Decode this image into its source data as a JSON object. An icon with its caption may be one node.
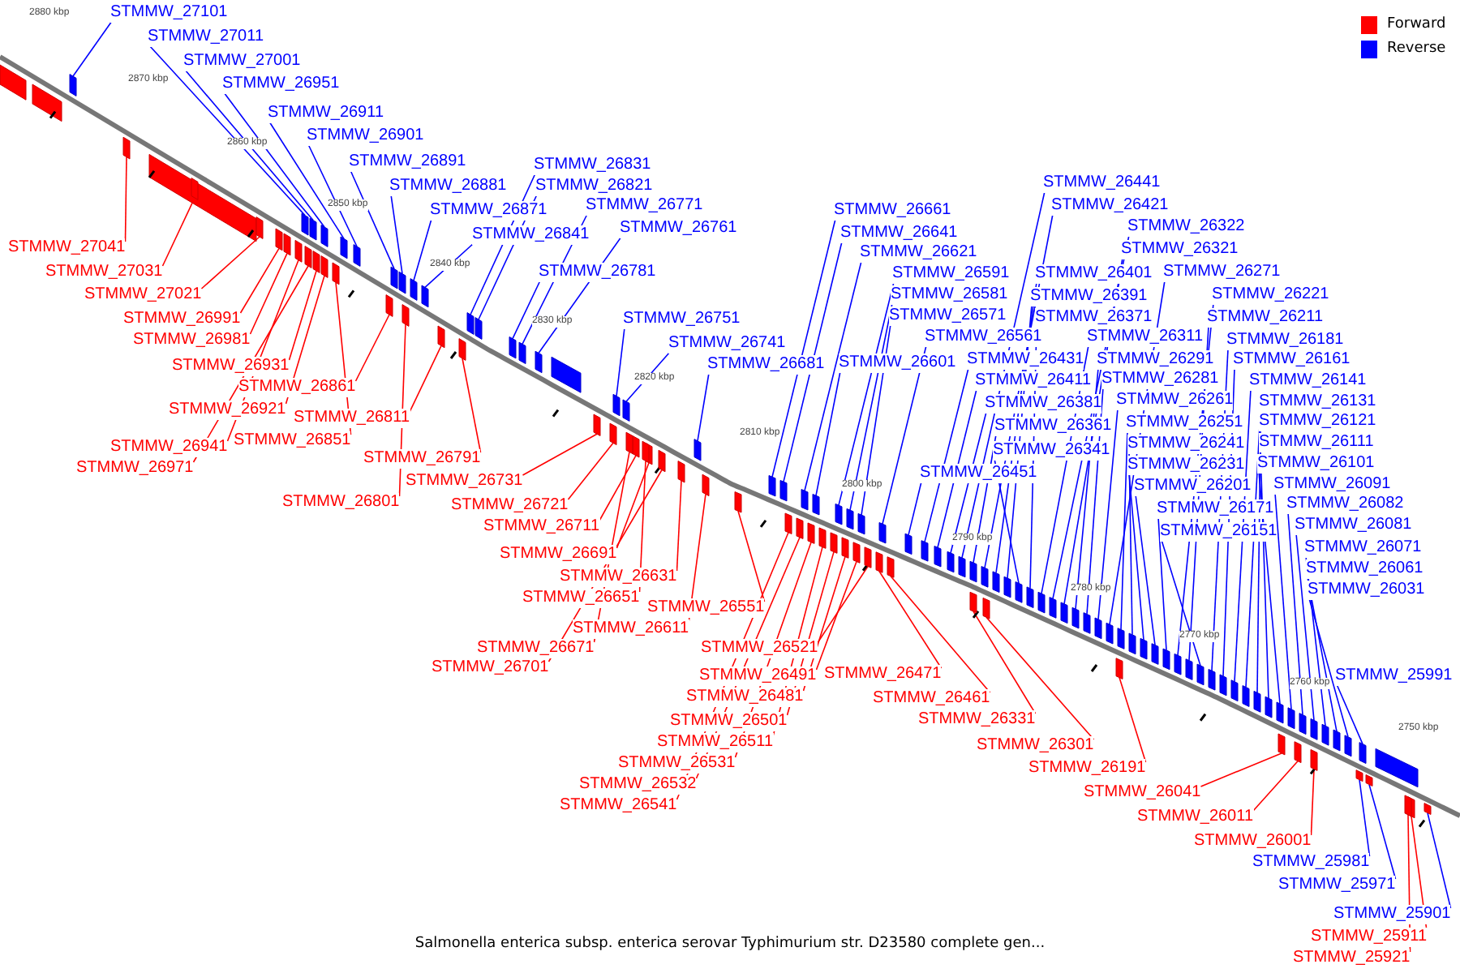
{
  "diagram": {
    "caption": "Salmonella enterica subsp. enterica serovar Typhimurium str. D23580 complete gen...",
    "nodes": [
      {
        "text": [
          "STMMW_27101"
        ]
      },
      {
        "text": [
          "STMMW_27011"
        ]
      },
      {
        "text": [
          "STMMW_27001"
        ]
      },
      {
        "text": [
          "STMMW_26951"
        ]
      },
      {
        "text": [
          "STMMW_26911"
        ]
      },
      {
        "text": [
          "STMMW_26901"
        ]
      },
      {
        "text": [
          "STMMW_26891"
        ]
      },
      {
        "text": [
          "STMMW_26881"
        ]
      },
      {
        "text": [
          "STMMW_26871"
        ]
      },
      {
        "text": [
          "STMMW_26841"
        ]
      },
      {
        "text": [
          "STMMW_26831"
        ]
      },
      {
        "text": [
          "STMMW_26821"
        ]
      },
      {
        "text": [
          "STMMW_26771"
        ]
      },
      {
        "text": [
          "STMMW_26761"
        ]
      },
      {
        "text": [
          "STMMW_26781"
        ]
      },
      {
        "text": [
          "STMMW_26751"
        ]
      },
      {
        "text": [
          "STMMW_26741"
        ]
      },
      {
        "text": [
          "STMMW_26681"
        ]
      },
      {
        "text": [
          "STMMW_26661"
        ]
      },
      {
        "text": [
          "STMMW_26641"
        ]
      },
      {
        "text": [
          "STMMW_26621"
        ]
      },
      {
        "text": [
          "STMMW_26591"
        ]
      },
      {
        "text": [
          "STMMW_26581"
        ]
      },
      {
        "text": [
          "STMMW_26571"
        ]
      },
      {
        "text": [
          "STMMW_26561"
        ]
      },
      {
        "text": [
          "STMMW_26601"
        ]
      },
      {
        "text": [
          "STMMW_26441"
        ]
      },
      {
        "text": [
          "STMMW_26421"
        ]
      },
      {
        "text": [
          "STMMW_26322"
        ]
      },
      {
        "text": [
          "STMMW_26321"
        ]
      },
      {
        "text": [
          "STMMW_26401"
        ]
      },
      {
        "text": [
          "STMMW_26391"
        ]
      },
      {
        "text": [
          "STMMW_26371"
        ]
      },
      {
        "text": [
          "STMMW_26311"
        ]
      },
      {
        "text": [
          "STMMW_26431"
        ]
      },
      {
        "text": [
          "STMMW_26411"
        ]
      },
      {
        "text": [
          "STMMW_26381"
        ]
      },
      {
        "text": [
          "STMMW_26361"
        ]
      },
      {
        "text": [
          "STMMW_26341"
        ]
      },
      {
        "text": [
          "STMMW_26451"
        ]
      },
      {
        "text": [
          "STMMW_26271"
        ]
      },
      {
        "text": [
          "STMMW_26291"
        ]
      },
      {
        "text": [
          "STMMW_26281"
        ]
      },
      {
        "text": [
          "STMMW_26261"
        ]
      },
      {
        "text": [
          "STMMW_26251"
        ]
      },
      {
        "text": [
          "STMMW_26241"
        ]
      },
      {
        "text": [
          "STMMW_26231"
        ]
      },
      {
        "text": [
          "STMMW_26201"
        ]
      },
      {
        "text": [
          "STMMW_26171"
        ]
      },
      {
        "text": [
          "STMMW_26151"
        ]
      },
      {
        "text": [
          "STMMW_26221"
        ]
      },
      {
        "text": [
          "STMMW_26211"
        ]
      },
      {
        "text": [
          "STMMW_26181"
        ]
      },
      {
        "text": [
          "STMMW_26161"
        ]
      },
      {
        "text": [
          "STMMW_26141"
        ]
      },
      {
        "text": [
          "STMMW_26131"
        ]
      },
      {
        "text": [
          "STMMW_26121"
        ]
      },
      {
        "text": [
          "STMMW_26111"
        ]
      },
      {
        "text": [
          "STMMW_26101"
        ]
      },
      {
        "text": [
          "STMMW_26091"
        ]
      },
      {
        "text": [
          "STMMW_26082"
        ]
      },
      {
        "text": [
          "STMMW_26081"
        ]
      },
      {
        "text": [
          "STMMW_26071"
        ]
      },
      {
        "text": [
          "STMMW_26061"
        ]
      },
      {
        "text": [
          "STMMW_26031"
        ]
      },
      {
        "text": [
          "STMMW_25991"
        ]
      },
      {
        "text": [
          "STMMW_25981"
        ]
      },
      {
        "text": [
          "STMMW_25971"
        ]
      },
      {
        "text": [
          "STMMW_25901"
        ]
      },
      {
        "text": [
          "STMMW_27041"
        ]
      },
      {
        "text": [
          "STMMW_27031"
        ]
      },
      {
        "text": [
          "STMMW_27021"
        ]
      },
      {
        "text": [
          "STMMW_26991"
        ]
      },
      {
        "text": [
          "STMMW_26981"
        ]
      },
      {
        "text": [
          "STMMW_26931"
        ]
      },
      {
        "text": [
          "STMMW_26861"
        ]
      },
      {
        "text": [
          "STMMW_26921"
        ]
      },
      {
        "text": [
          "STMMW_26811"
        ]
      },
      {
        "text": [
          "STMMW_26941"
        ]
      },
      {
        "text": [
          "STMMW_26851"
        ]
      },
      {
        "text": [
          "STMMW_26971"
        ]
      },
      {
        "text": [
          "STMMW_26791"
        ]
      },
      {
        "text": [
          "STMMW_26731"
        ]
      },
      {
        "text": [
          "STMMW_26801"
        ]
      },
      {
        "text": [
          "STMMW_26721"
        ]
      },
      {
        "text": [
          "STMMW_26711"
        ]
      },
      {
        "text": [
          "STMMW_26691"
        ]
      },
      {
        "text": [
          "STMMW_26631"
        ]
      },
      {
        "text": [
          "STMMW_26651"
        ]
      },
      {
        "text": [
          "STMMW_26551"
        ]
      },
      {
        "text": [
          "STMMW_26611"
        ]
      },
      {
        "text": [
          "STMMW_26671"
        ]
      },
      {
        "text": [
          "STMMW_26701"
        ]
      },
      {
        "text": [
          "STMMW_26521"
        ]
      },
      {
        "text": [
          "STMMW_26491"
        ]
      },
      {
        "text": [
          "STMMW_26471"
        ]
      },
      {
        "text": [
          "STMMW_26481"
        ]
      },
      {
        "text": [
          "STMMW_26501"
        ]
      },
      {
        "text": [
          "STMMW_26461"
        ]
      },
      {
        "text": [
          "STMMW_26331"
        ]
      },
      {
        "text": [
          "STMMW_26511"
        ]
      },
      {
        "text": [
          "STMMW_26531"
        ]
      },
      {
        "text": [
          "STMMW_26301"
        ]
      },
      {
        "text": [
          "STMMW_26191"
        ]
      },
      {
        "text": [
          "STMMW_26532"
        ]
      },
      {
        "text": [
          "STMMW_26541"
        ]
      },
      {
        "text": [
          "STMMW_26041"
        ]
      },
      {
        "text": [
          "STMMW_26011"
        ]
      },
      {
        "text": [
          "STMMW_26001"
        ]
      },
      {
        "text": [
          "STMMW_25911"
        ]
      },
      {
        "text": [
          "STMMW_25921"
        ]
      },
      {
        "text": [],
        "shape": "box"
      },
      {
        "text": [],
        "shape": "box"
      },
      {
        "text": [],
        "shape": "box"
      },
      {
        "text": [],
        "shape": "box"
      },
      {
        "text": [],
        "shape": "box"
      },
      {
        "text": [],
        "shape": "box"
      },
      {
        "text": [],
        "shape": "box"
      },
      {
        "text": [],
        "shape": "box"
      },
      {
        "text": [],
        "shape": "box"
      },
      {
        "text": [],
        "shape": "box"
      },
      {
        "text": [],
        "shape": "box"
      },
      {
        "text": [],
        "shape": "box"
      },
      {
        "text": [],
        "shape": "box"
      },
      {
        "text": [],
        "shape": "box"
      },
      {
        "text": [],
        "shape": "box"
      },
      {
        "text": [],
        "shape": "box"
      },
      {
        "text": [],
        "shape": "box"
      },
      {
        "text": [],
        "shape": "box"
      },
      {
        "text": [],
        "shape": "box"
      },
      {
        "text": [],
        "shape": "box"
      },
      {
        "text": [],
        "shape": "box"
      },
      {
        "text": [],
        "shape": "box"
      },
      {
        "text": [],
        "shape": "box"
      },
      {
        "text": [],
        "shape": "box"
      },
      {
        "text": [],
        "shape": "box"
      },
      {
        "text": [],
        "shape": "box"
      },
      {
        "text": [],
        "shape": "box"
      },
      {
        "text": [],
        "shape": "box"
      },
      {
        "text": [],
        "shape": "box"
      },
      {
        "text": [],
        "shape": "box"
      },
      {
        "text": [],
        "shape": "box"
      },
      {
        "text": [],
        "shape": "box"
      },
      {
        "text": [],
        "shape": "box"
      },
      {
        "text": [],
        "shape": "box"
      },
      {
        "text": [],
        "shape": "box"
      },
      {
        "text": [],
        "shape": "box"
      },
      {
        "text": [],
        "shape": "box"
      },
      {
        "text": [],
        "shape": "box"
      },
      {
        "text": [],
        "shape": "box"
      },
      {
        "text": [],
        "shape": "box"
      },
      {
        "text": [],
        "shape": "box"
      },
      {
        "text": [],
        "shape": "box"
      },
      {
        "text": [],
        "shape": "box"
      },
      {
        "text": [],
        "shape": "box"
      },
      {
        "text": [],
        "shape": "box"
      },
      {
        "text": [],
        "shape": "box"
      },
      {
        "text": [],
        "shape": "box"
      },
      {
        "text": [],
        "shape": "box"
      },
      {
        "text": [],
        "shape": "box"
      },
      {
        "text": [],
        "shape": "box"
      },
      {
        "text": [],
        "shape": "box"
      },
      {
        "text": [],
        "shape": "box"
      },
      {
        "text": [],
        "shape": "box"
      },
      {
        "text": [],
        "shape": "box"
      },
      {
        "text": [],
        "shape": "box"
      },
      {
        "text": [],
        "shape": "box"
      },
      {
        "text": [],
        "shape": "box"
      },
      {
        "text": [],
        "shape": "box"
      },
      {
        "text": [],
        "shape": "box"
      },
      {
        "text": [],
        "shape": "box"
      },
      {
        "text": [],
        "shape": "box"
      },
      {
        "text": [],
        "shape": "box"
      },
      {
        "text": [],
        "shape": "box"
      },
      {
        "text": [],
        "shape": "box"
      },
      {
        "text": [],
        "shape": "box"
      },
      {
        "text": [],
        "shape": "box"
      },
      {
        "text": [],
        "shape": "box"
      },
      {
        "text": [],
        "shape": "box"
      },
      {
        "text": [],
        "shape": "box"
      },
      {
        "text": [],
        "shape": "box"
      },
      {
        "text": [],
        "shape": "box"
      },
      {
        "text": [],
        "shape": "box"
      },
      {
        "text": [],
        "shape": "box"
      },
      {
        "text": [],
        "shape": "box"
      },
      {
        "text": [],
        "shape": "box"
      },
      {
        "text": [],
        "shape": "box"
      },
      {
        "text": [],
        "shape": "box"
      },
      {
        "text": [],
        "shape": "box"
      },
      {
        "text": [],
        "shape": "box"
      },
      {
        "text": [],
        "shape": "box"
      },
      {
        "text": [],
        "shape": "box"
      },
      {
        "text": [],
        "shape": "box"
      },
      {
        "text": [],
        "shape": "box"
      },
      {
        "text": [],
        "shape": "box"
      },
      {
        "text": [],
        "shape": "box"
      },
      {
        "text": [],
        "shape": "box"
      },
      {
        "text": [],
        "shape": "box"
      },
      {
        "text": [],
        "shape": "box"
      },
      {
        "text": [],
        "shape": "box"
      },
      {
        "text": [],
        "shape": "box"
      },
      {
        "text": [],
        "shape": "box"
      },
      {
        "text": [],
        "shape": "box"
      },
      {
        "text": [],
        "shape": "box"
      },
      {
        "text": [],
        "shape": "box"
      },
      {
        "text": [],
        "shape": "box"
      },
      {
        "text": [],
        "shape": "box"
      },
      {
        "text": [],
        "shape": "box"
      },
      {
        "text": [],
        "shape": "box"
      },
      {
        "text": [],
        "shape": "box"
      },
      {
        "text": [],
        "shape": "box"
      },
      {
        "text": [],
        "shape": "box"
      },
      {
        "text": [],
        "shape": "box"
      },
      {
        "text": [],
        "shape": "box"
      },
      {
        "text": [],
        "shape": "box"
      },
      {
        "text": [],
        "shape": "box"
      },
      {
        "text": [],
        "shape": "box"
      },
      {
        "text": [],
        "shape": "box"
      },
      {
        "text": [],
        "shape": "box"
      },
      {
        "text": [],
        "shape": "box"
      },
      {
        "text": [],
        "shape": "box"
      },
      {
        "text": [],
        "shape": "box"
      }
    ],
    "edges": [
      {
        "from": 0,
        "to": 111,
        "arrow": "none",
        "color": "#0000ff"
      },
      {
        "from": 1,
        "to": 112,
        "arrow": "none",
        "color": "#0000ff"
      },
      {
        "from": 2,
        "to": 113,
        "arrow": "none",
        "color": "#0000ff"
      },
      {
        "from": 3,
        "to": 114,
        "arrow": "none",
        "color": "#0000ff"
      },
      {
        "from": 4,
        "to": 115,
        "arrow": "none",
        "color": "#0000ff"
      },
      {
        "from": 5,
        "to": 116,
        "arrow": "none",
        "color": "#0000ff"
      },
      {
        "from": 6,
        "to": 117,
        "arrow": "none",
        "color": "#0000ff"
      },
      {
        "from": 7,
        "to": 118,
        "arrow": "none",
        "color": "#0000ff"
      },
      {
        "from": 8,
        "to": 119,
        "arrow": "none",
        "color": "#0000ff"
      },
      {
        "from": 9,
        "to": 120,
        "arrow": "none",
        "color": "#0000ff"
      },
      {
        "from": 10,
        "to": 121,
        "arrow": "none",
        "color": "#0000ff"
      },
      {
        "from": 11,
        "to": 122,
        "arrow": "none",
        "color": "#0000ff"
      },
      {
        "from": 12,
        "to": 123,
        "arrow": "none",
        "color": "#0000ff"
      },
      {
        "from": 13,
        "to": 124,
        "arrow": "none",
        "color": "#0000ff"
      },
      {
        "from": 14,
        "to": 125,
        "arrow": "none",
        "color": "#0000ff"
      },
      {
        "from": 15,
        "to": 126,
        "arrow": "none",
        "color": "#0000ff"
      },
      {
        "from": 16,
        "to": 127,
        "arrow": "none",
        "color": "#0000ff"
      },
      {
        "from": 17,
        "to": 128,
        "arrow": "none",
        "color": "#0000ff"
      },
      {
        "from": 18,
        "to": 129,
        "arrow": "none",
        "color": "#0000ff"
      },
      {
        "from": 19,
        "to": 130,
        "arrow": "none",
        "color": "#0000ff"
      },
      {
        "from": 20,
        "to": 131,
        "arrow": "none",
        "color": "#0000ff"
      },
      {
        "from": 21,
        "to": 132,
        "arrow": "none",
        "color": "#0000ff"
      },
      {
        "from": 22,
        "to": 133,
        "arrow": "none",
        "color": "#0000ff"
      },
      {
        "from": 23,
        "to": 134,
        "arrow": "none",
        "color": "#0000ff"
      },
      {
        "from": 24,
        "to": 135,
        "arrow": "none",
        "color": "#0000ff"
      },
      {
        "from": 25,
        "to": 136,
        "arrow": "none",
        "color": "#0000ff"
      },
      {
        "from": 26,
        "to": 137,
        "arrow": "none",
        "color": "#0000ff"
      },
      {
        "from": 27,
        "to": 138,
        "arrow": "none",
        "color": "#0000ff"
      },
      {
        "from": 28,
        "to": 139,
        "arrow": "none",
        "color": "#0000ff"
      },
      {
        "from": 29,
        "to": 140,
        "arrow": "none",
        "color": "#0000ff"
      },
      {
        "from": 30,
        "to": 141,
        "arrow": "none",
        "color": "#0000ff"
      },
      {
        "from": 31,
        "to": 142,
        "arrow": "none",
        "color": "#0000ff"
      },
      {
        "from": 32,
        "to": 143,
        "arrow": "none",
        "color": "#0000ff"
      },
      {
        "from": 33,
        "to": 144,
        "arrow": "none",
        "color": "#0000ff"
      },
      {
        "from": 34,
        "to": 145,
        "arrow": "none",
        "color": "#0000ff"
      },
      {
        "from": 35,
        "to": 146,
        "arrow": "none",
        "color": "#0000ff"
      },
      {
        "from": 36,
        "to": 147,
        "arrow": "none",
        "color": "#0000ff"
      },
      {
        "from": 37,
        "to": 148,
        "arrow": "none",
        "color": "#0000ff"
      },
      {
        "from": 38,
        "to": 149,
        "arrow": "none",
        "color": "#0000ff"
      },
      {
        "from": 39,
        "to": 150,
        "arrow": "none",
        "color": "#0000ff"
      },
      {
        "from": 40,
        "to": 151,
        "arrow": "none",
        "color": "#0000ff"
      },
      {
        "from": 41,
        "to": 152,
        "arrow": "none",
        "color": "#0000ff"
      },
      {
        "from": 42,
        "to": 153,
        "arrow": "none",
        "color": "#0000ff"
      },
      {
        "from": 43,
        "to": 154,
        "arrow": "none",
        "color": "#0000ff"
      },
      {
        "from": 44,
        "to": 155,
        "arrow": "none",
        "color": "#0000ff"
      },
      {
        "from": 45,
        "to": 156,
        "arrow": "none",
        "color": "#0000ff"
      },
      {
        "from": 46,
        "to": 157,
        "arrow": "none",
        "color": "#0000ff"
      },
      {
        "from": 47,
        "to": 158,
        "arrow": "none",
        "color": "#0000ff"
      },
      {
        "from": 48,
        "to": 159,
        "arrow": "none",
        "color": "#0000ff"
      },
      {
        "from": 49,
        "to": 160,
        "arrow": "none",
        "color": "#0000ff"
      },
      {
        "from": 50,
        "to": 161,
        "arrow": "none",
        "color": "#0000ff"
      },
      {
        "from": 51,
        "to": 162,
        "arrow": "none",
        "color": "#0000ff"
      },
      {
        "from": 52,
        "to": 163,
        "arrow": "none",
        "color": "#0000ff"
      },
      {
        "from": 53,
        "to": 164,
        "arrow": "none",
        "color": "#0000ff"
      },
      {
        "from": 54,
        "to": 165,
        "arrow": "none",
        "color": "#0000ff"
      },
      {
        "from": 55,
        "to": 166,
        "arrow": "none",
        "color": "#0000ff"
      },
      {
        "from": 56,
        "to": 167,
        "arrow": "none",
        "color": "#0000ff"
      },
      {
        "from": 57,
        "to": 168,
        "arrow": "none",
        "color": "#0000ff"
      },
      {
        "from": 58,
        "to": 169,
        "arrow": "none",
        "color": "#0000ff"
      },
      {
        "from": 59,
        "to": 170,
        "arrow": "none",
        "color": "#0000ff"
      },
      {
        "from": 60,
        "to": 171,
        "arrow": "none",
        "color": "#0000ff"
      },
      {
        "from": 61,
        "to": 172,
        "arrow": "none",
        "color": "#0000ff"
      },
      {
        "from": 62,
        "to": 173,
        "arrow": "none",
        "color": "#0000ff"
      },
      {
        "from": 63,
        "to": 174,
        "arrow": "none",
        "color": "#0000ff"
      },
      {
        "from": 64,
        "to": 175,
        "arrow": "none",
        "color": "#0000ff"
      },
      {
        "from": 65,
        "to": 176,
        "arrow": "none",
        "color": "#0000ff"
      },
      {
        "from": 66,
        "to": 177,
        "arrow": "none",
        "color": "#0000ff"
      },
      {
        "from": 67,
        "to": 178,
        "arrow": "none",
        "color": "#0000ff"
      },
      {
        "from": 68,
        "to": 179,
        "arrow": "none",
        "color": "#0000ff"
      },
      {
        "from": 69,
        "to": 180,
        "arrow": "none",
        "color": "#ff0000"
      },
      {
        "from": 70,
        "to": 181,
        "arrow": "none",
        "color": "#ff0000"
      },
      {
        "from": 71,
        "to": 182,
        "arrow": "none",
        "color": "#ff0000"
      },
      {
        "from": 72,
        "to": 183,
        "arrow": "none",
        "color": "#ff0000"
      },
      {
        "from": 73,
        "to": 184,
        "arrow": "none",
        "color": "#ff0000"
      },
      {
        "from": 74,
        "to": 185,
        "arrow": "none",
        "color": "#ff0000"
      },
      {
        "from": 75,
        "to": 186,
        "arrow": "none",
        "color": "#ff0000"
      },
      {
        "from": 76,
        "to": 187,
        "arrow": "none",
        "color": "#ff0000"
      },
      {
        "from": 77,
        "to": 188,
        "arrow": "none",
        "color": "#ff0000"
      },
      {
        "from": 78,
        "to": 189,
        "arrow": "none",
        "color": "#ff0000"
      },
      {
        "from": 79,
        "to": 190,
        "arrow": "none",
        "color": "#ff0000"
      },
      {
        "from": 80,
        "to": 191,
        "arrow": "none",
        "color": "#ff0000"
      },
      {
        "from": 81,
        "to": 192,
        "arrow": "none",
        "color": "#ff0000"
      },
      {
        "from": 82,
        "to": 193,
        "arrow": "none",
        "color": "#ff0000"
      },
      {
        "from": 83,
        "to": 194,
        "arrow": "none",
        "color": "#ff0000"
      },
      {
        "from": 84,
        "to": 195,
        "arrow": "none",
        "color": "#ff0000"
      },
      {
        "from": 85,
        "to": 196,
        "arrow": "none",
        "color": "#ff0000"
      },
      {
        "from": 86,
        "to": 197,
        "arrow": "none",
        "color": "#ff0000"
      },
      {
        "from": 87,
        "to": 198,
        "arrow": "none",
        "color": "#ff0000"
      },
      {
        "from": 88,
        "to": 199,
        "arrow": "none",
        "color": "#ff0000"
      },
      {
        "from": 89,
        "to": 200,
        "arrow": "none",
        "color": "#ff0000"
      },
      {
        "from": 90,
        "to": 201,
        "arrow": "none",
        "color": "#ff0000"
      },
      {
        "from": 91,
        "to": 202,
        "arrow": "none",
        "color": "#ff0000"
      },
      {
        "from": 92,
        "to": 203,
        "arrow": "none",
        "color": "#ff0000"
      },
      {
        "from": 93,
        "to": 204,
        "arrow": "none",
        "color": "#ff0000"
      },
      {
        "from": 94,
        "to": 205,
        "arrow": "none",
        "color": "#ff0000"
      },
      {
        "from": 95,
        "to": 206,
        "arrow": "none",
        "color": "#ff0000"
      },
      {
        "from": 96,
        "to": 207,
        "arrow": "none",
        "color": "#ff0000"
      },
      {
        "from": 97,
        "to": 208,
        "arrow": "none",
        "color": "#ff0000"
      },
      {
        "from": 98,
        "to": 209,
        "arrow": "none",
        "color": "#ff0000"
      },
      {
        "from": 99,
        "to": 210,
        "arrow": "none",
        "color": "#ff0000"
      },
      {
        "from": 100,
        "to": 211,
        "arrow": "none",
        "color": "#ff0000"
      },
      {
        "from": 101,
        "to": 212,
        "arrow": "none",
        "color": "#ff0000"
      },
      {
        "from": 102,
        "to": 213,
        "arrow": "none",
        "color": "#ff0000"
      },
      {
        "from": 103,
        "to": 214,
        "arrow": "none",
        "color": "#ff0000"
      },
      {
        "from": 104,
        "to": 215,
        "arrow": "none",
        "color": "#ff0000"
      },
      {
        "from": 105,
        "to": 216,
        "arrow": "none",
        "color": "#ff0000"
      },
      {
        "from": 106,
        "to": 217,
        "arrow": "none",
        "color": "#ff0000"
      },
      {
        "from": 107,
        "to": 218,
        "arrow": "none",
        "color": "#ff0000"
      },
      {
        "from": 108,
        "to": 219,
        "arrow": "none",
        "color": "#ff0000"
      },
      {
        "from": 109,
        "to": 220,
        "arrow": "none",
        "color": "#ff0000"
      },
      {
        "from": 110,
        "to": 221,
        "arrow": "none",
        "color": "#ff0000"
      }
    ],
    "labels": [
      "2880 kbp",
      "2870 kbp",
      "2860 kbp",
      "2850 kbp",
      "2840 kbp",
      "2830 kbp",
      "2820 kbp",
      "2810 kbp",
      "2800 kbp",
      "2790 kbp",
      "2780 kbp",
      "2770 kbp",
      "2760 kbp",
      "2750 kbp"
    ],
    "legend": [
      {
        "text": "Forward",
        "color": "#ff0000"
      },
      {
        "text": "Reverse",
        "color": "#0000ff"
      }
    ]
  }
}
